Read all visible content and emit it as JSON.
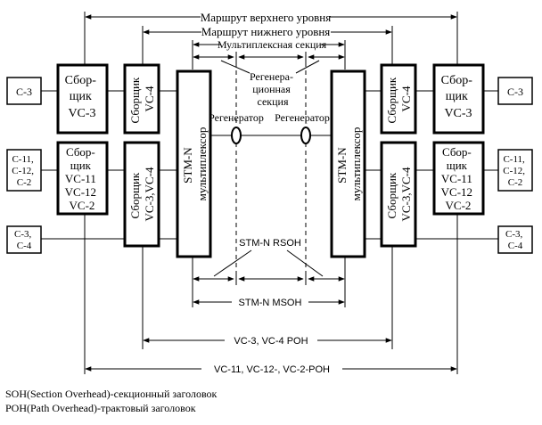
{
  "levels": {
    "upper_route": "Маршрут верхнего уровня",
    "lower_route": "Маршрут нижнего уровня",
    "mux_section": "Мультиплексная секция",
    "regen_section": [
      "Регенера-",
      "ционная",
      "секция"
    ]
  },
  "left": {
    "c3": "C-3",
    "c11": [
      "C-11,",
      "C-12,",
      "C-2"
    ],
    "c3c4": [
      "C-3,",
      "C-4"
    ],
    "asm_vc3": [
      "Сбор-",
      "щик",
      "VC-3"
    ],
    "asm_vc4_top": [
      "Сборщик",
      "VC-4"
    ],
    "asm_vc11": [
      "Сбор-",
      "щик",
      "VC-11",
      "VC-12",
      "VC-2"
    ],
    "asm_vc34": [
      "Сборщик",
      "VC-3,VC-4"
    ],
    "stm_mux": [
      "STM-N",
      "мультиплексор"
    ]
  },
  "right": {
    "c3": "C-3",
    "c11": [
      "C-11,",
      "C-12,",
      "C-2"
    ],
    "c3c4": [
      "C-3,",
      "C-4"
    ],
    "asm_vc3": [
      "Сбор-",
      "щик",
      "VC-3"
    ],
    "asm_vc4_top": [
      "Сборщик",
      "VC-4"
    ],
    "asm_vc11": [
      "Сбор-",
      "щик",
      "VC-11",
      "VC-12",
      "VC-2"
    ],
    "asm_vc34": [
      "Сборщик",
      "VC-3,VC-4"
    ],
    "stm_mux": [
      "STM-N",
      "мультиплексор"
    ]
  },
  "regenerator_left": "Регенератор",
  "regenerator_right": "Регенератор",
  "overheads": {
    "rsoh": "STM-N RSOH",
    "msoh": "STM-N MSOH",
    "vc34_poh": "VC-3, VC-4 POH",
    "vc11_poh": "VC-11, VC-12-, VC-2-POH"
  },
  "legend": {
    "soh": "SOH(Section Overhead)-секционный заголовок",
    "poh": "POH(Path Overhead)-трактовый заголовок"
  }
}
